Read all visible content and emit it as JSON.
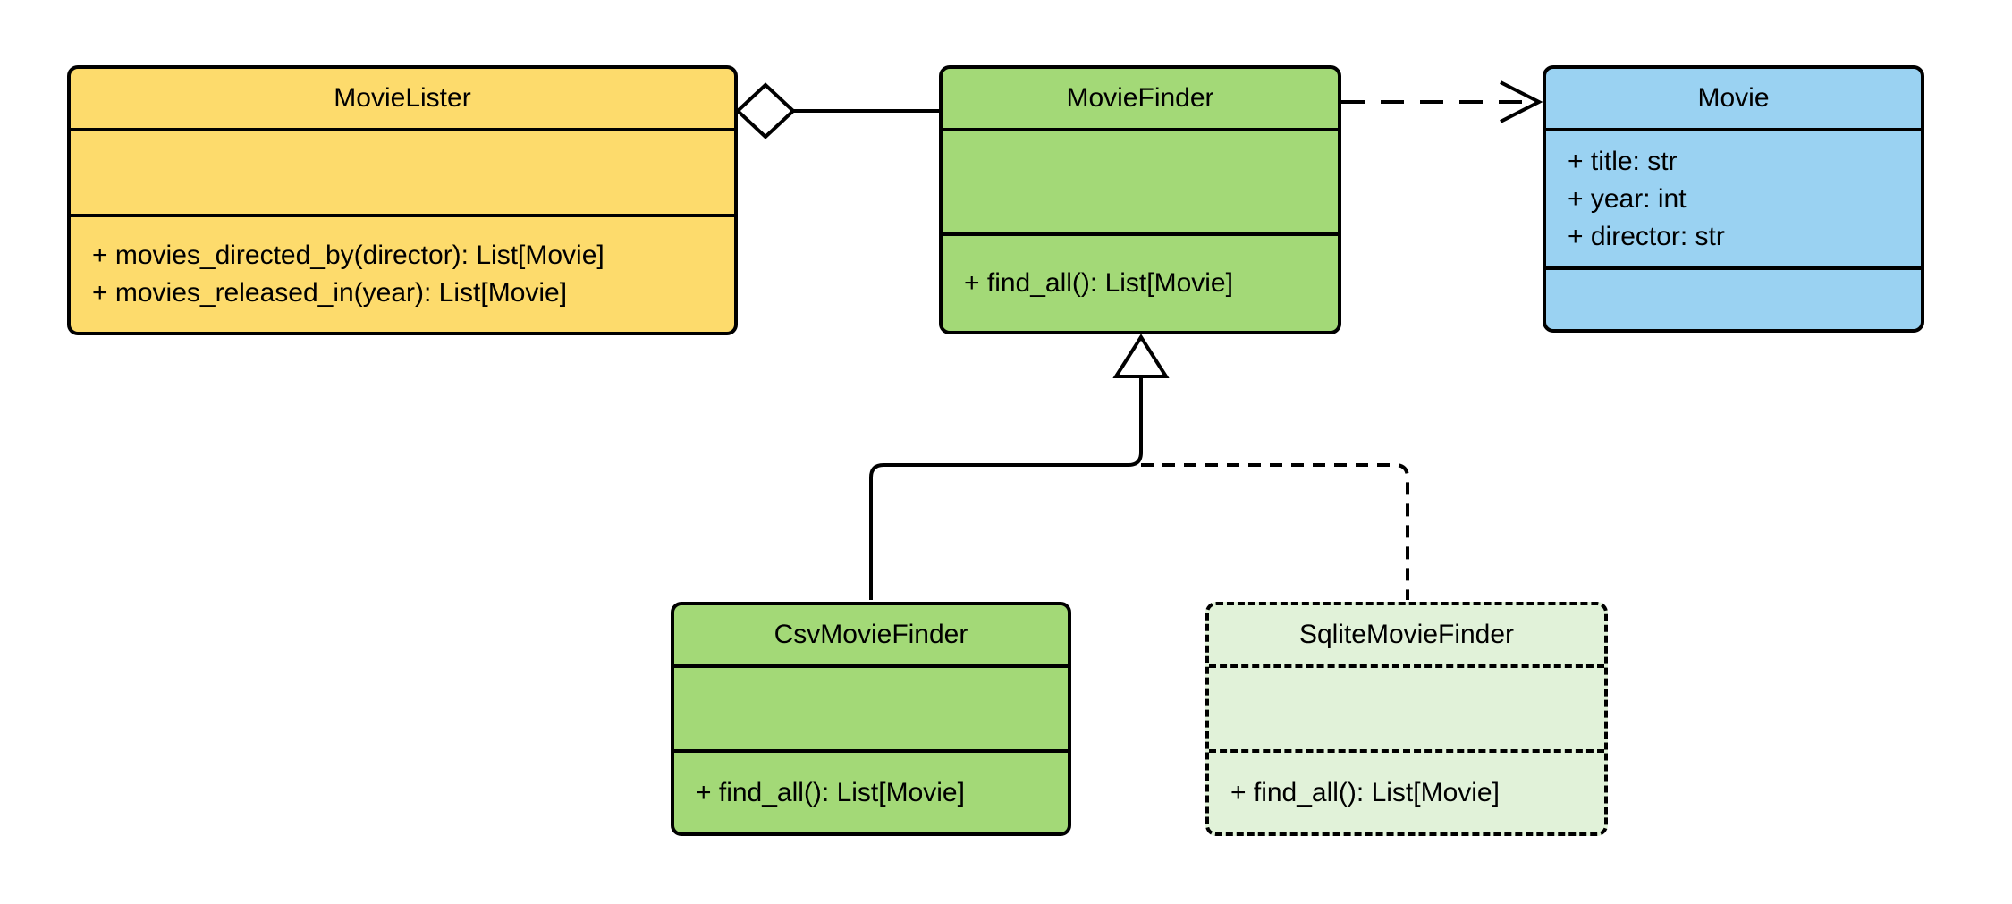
{
  "diagram": {
    "kind": "uml-class-diagram",
    "background": "#ffffff",
    "stroke": "#000000"
  },
  "palette": {
    "class_yellow": "#fddb6c",
    "class_green": "#a3d977",
    "class_green_light": "#e1f2d9",
    "class_blue": "#9ad2f2",
    "line_black": "#000000"
  },
  "classes": {
    "movie_lister": {
      "name": "MovieLister",
      "fill": "#fddb6c",
      "border_style": "solid",
      "attributes": [],
      "methods": [
        "+ movies_directed_by(director): List[Movie]",
        "+ movies_released_in(year): List[Movie]"
      ]
    },
    "movie_finder": {
      "name": "MovieFinder",
      "fill": "#a3d977",
      "border_style": "solid",
      "attributes": [],
      "methods": [
        "+ find_all(): List[Movie]"
      ]
    },
    "movie": {
      "name": "Movie",
      "fill": "#9ad2f2",
      "border_style": "solid",
      "attributes": [
        "+ title: str",
        "+ year: int",
        "+ director: str"
      ],
      "methods": []
    },
    "csv_movie_finder": {
      "name": "CsvMovieFinder",
      "fill": "#a3d977",
      "border_style": "solid",
      "attributes": [],
      "methods": [
        "+ find_all(): List[Movie]"
      ]
    },
    "sqlite_movie_finder": {
      "name": "SqliteMovieFinder",
      "fill": "#e1f2d9",
      "border_style": "dashed",
      "attributes": [],
      "methods": [
        "+ find_all(): List[Movie]"
      ]
    }
  },
  "relationships": [
    {
      "type": "aggregation",
      "from": "MovieLister",
      "to": "MovieFinder",
      "line": "solid",
      "marker": "hollow-diamond",
      "marker_at": "MovieLister"
    },
    {
      "type": "dependency",
      "from": "MovieFinder",
      "to": "Movie",
      "line": "dashed",
      "marker": "open-arrow",
      "marker_at": "Movie"
    },
    {
      "type": "inheritance",
      "from": "CsvMovieFinder",
      "to": "MovieFinder",
      "line": "solid",
      "marker": "hollow-triangle",
      "marker_at": "MovieFinder"
    },
    {
      "type": "inheritance",
      "from": "SqliteMovieFinder",
      "to": "MovieFinder",
      "line": "dashed",
      "marker": "hollow-triangle",
      "marker_at": "MovieFinder"
    }
  ]
}
